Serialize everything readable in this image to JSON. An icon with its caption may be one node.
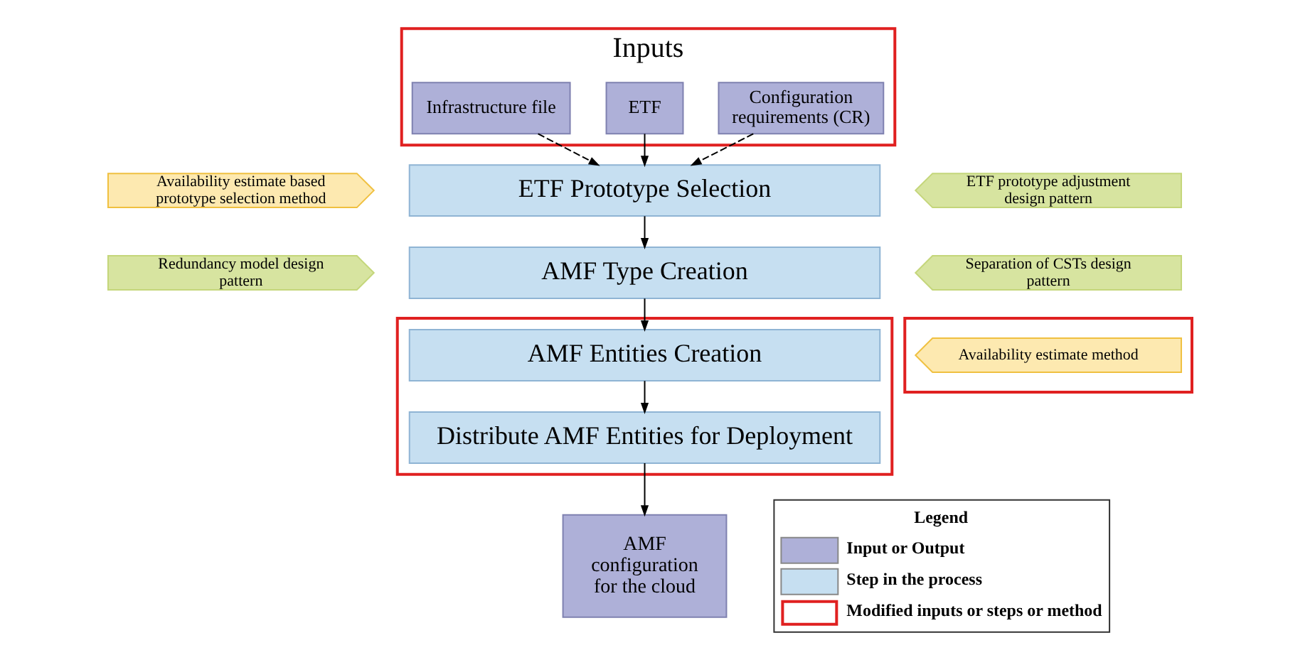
{
  "diagram": {
    "nodes": [
      {
        "text": [
          "Inputs"
        ]
      },
      {
        "text": [
          "Configuration requirements (CR)"
        ],
        "in": 0
      },
      {
        "text": [
          "ETF"
        ],
        "in": 0
      },
      {
        "text": [
          "Infrastructure file"
        ],
        "in": 0
      },
      {
        "text": [
          "Availability estimate based prototype selection method"
        ]
      },
      {
        "text": [
          "ETF Prototype Selection"
        ]
      },
      {
        "text": [
          "ETF prototype adjustment design pattern"
        ]
      },
      {
        "text": [
          "Redundancy model design pattern"
        ]
      },
      {
        "text": [
          "AMF Type Creation"
        ]
      },
      {
        "text": [
          "Separation of CSTs design pattern"
        ]
      },
      {
        "text": [],
        "shape": "box"
      },
      {
        "text": [
          "AMF Entities Creation"
        ],
        "in": 10
      },
      {
        "text": [
          "Distribute AMF Entities for Deployment"
        ],
        "in": 10
      },
      {
        "text": [],
        "shape": "box"
      },
      {
        "text": [
          "Availability estimate method"
        ],
        "in": 13
      },
      {
        "text": [
          "AMF configuration for the cloud"
        ]
      }
    ],
    "edges": [
      {
        "from": 1,
        "to": 5,
        "arrow": "to",
        "style": "dashed"
      },
      {
        "from": 2,
        "to": 5,
        "arrow": "to"
      },
      {
        "from": 3,
        "to": 5,
        "arrow": "to",
        "style": "dashed"
      },
      {
        "from": 5,
        "to": 8,
        "arrow": "to"
      },
      {
        "from": 8,
        "to": 11,
        "arrow": "to"
      },
      {
        "from": 11,
        "to": 12,
        "arrow": "to"
      },
      {
        "from": 12,
        "to": 15,
        "arrow": "to"
      }
    ],
    "labels": [
      "Legend"
    ],
    "legend": [
      {
        "text": "Input or Output",
        "color": "#aeb0d8"
      },
      {
        "text": "Step in the process",
        "color": "#c6dff1"
      },
      {
        "text": "Modified inputs or steps or method"
      }
    ]
  }
}
